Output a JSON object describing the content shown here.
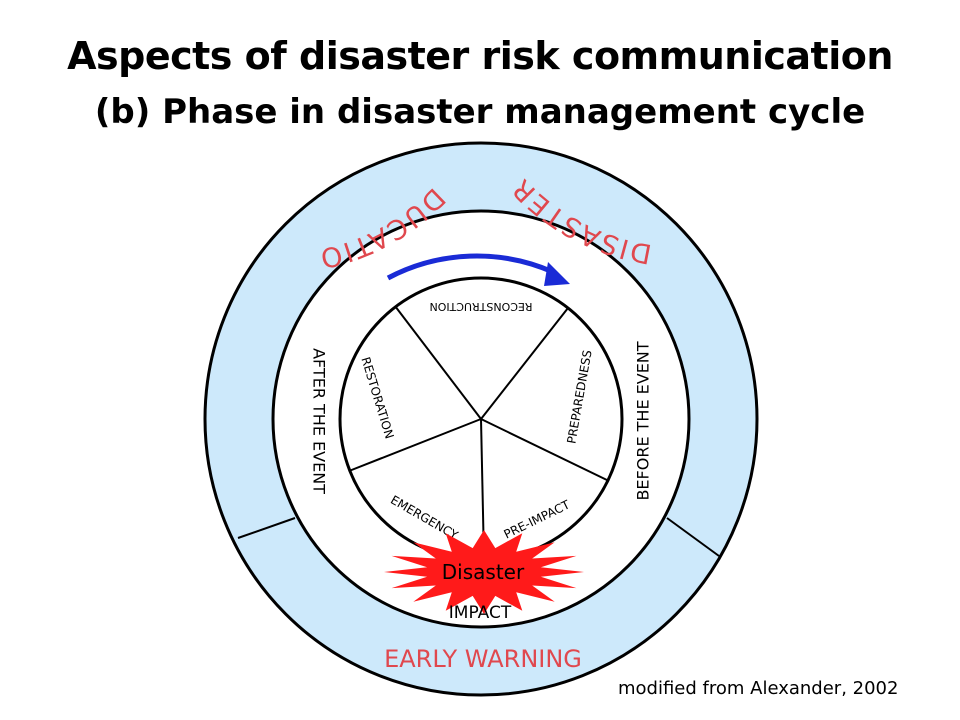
{
  "title": "Aspects of disaster risk communication",
  "subtitle": "(b) Phase in disaster management cycle",
  "credit": "modified from Alexander, 2002",
  "outer_ring": {
    "education": "EDUCATION",
    "disaster": "DISASTER",
    "early_warning": "EARLY WARNING"
  },
  "middle_ring": {
    "after": "AFTER THE EVENT",
    "before": "BEFORE THE EVENT",
    "impact": "IMPACT"
  },
  "phases": {
    "reconstruction": "RECONSTRUCTION",
    "restoration": "RESTORATION",
    "preparedness": "PREPAREDNESS",
    "emergency": "EMERGENCY",
    "pre_impact": "PRE-IMPACT"
  },
  "burst_label": "Disaster",
  "colors": {
    "ring_fill": "#cde9fb",
    "accent_text": "#e0484e",
    "arrow": "#1a2bd6",
    "burst": "#ff1a1a"
  }
}
